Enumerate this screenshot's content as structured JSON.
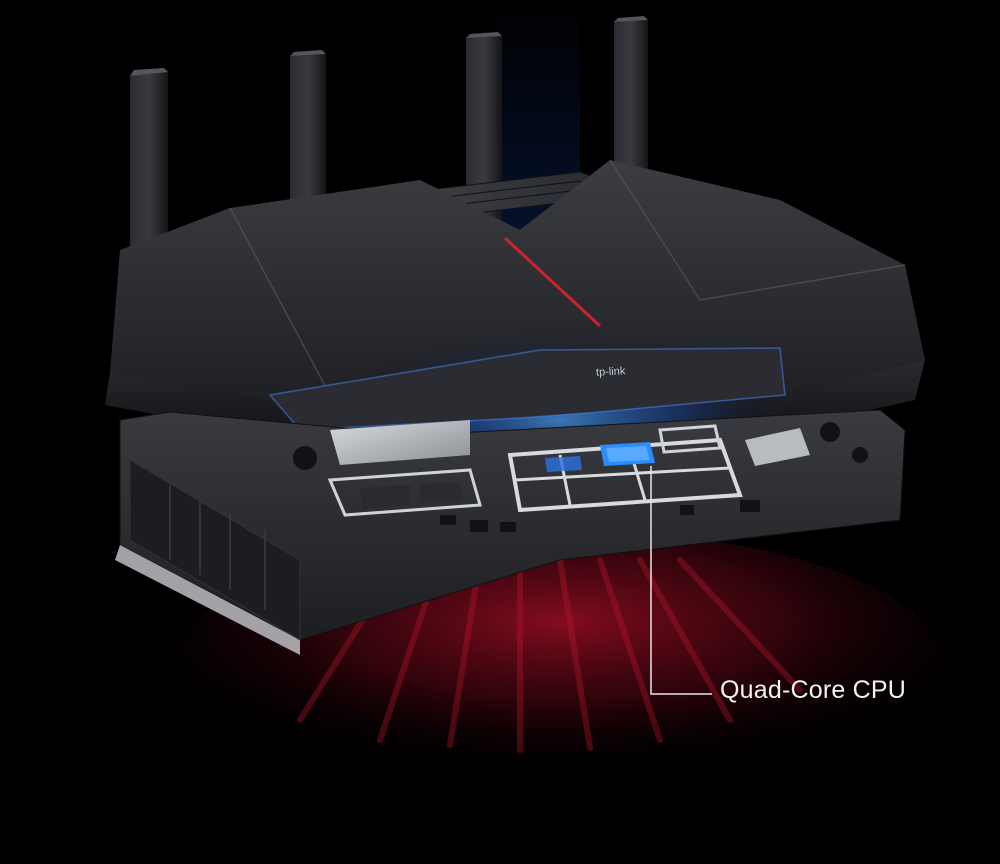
{
  "image": {
    "subject": "router-exploded-view"
  },
  "brand": {
    "logo_text": "tp-link"
  },
  "callout": {
    "label": "Quad-Core CPU"
  },
  "colors": {
    "background": "#000000",
    "accent_blue": "#2a8cff",
    "accent_red": "#e0202a",
    "label_text": "#f2f2f2"
  }
}
